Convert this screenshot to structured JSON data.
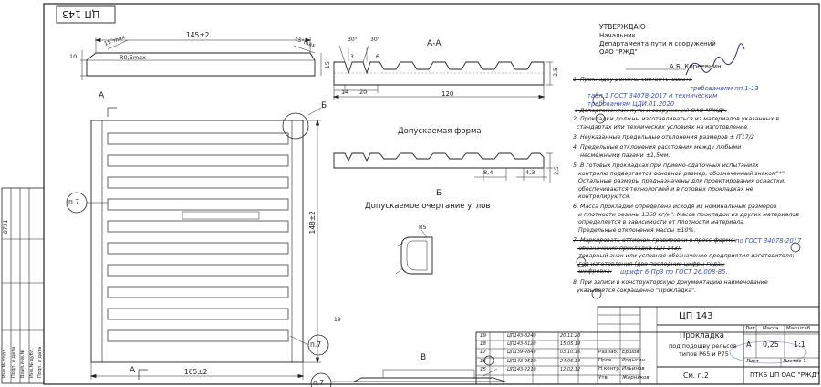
{
  "sheet": {
    "top_stamp": "ЦП 143",
    "section_aa": "А-А",
    "view_a_label": "А",
    "view_b_label": "Б",
    "view_v_label": "В",
    "allowed_form_title": "Допускаемая форма",
    "allowed_corner_title": "Допускаемое очертание углов"
  },
  "dimensions": {
    "top_length": "145±2",
    "angle_max": "15°max",
    "radius": "R0,5max",
    "dim_10": "10",
    "dim_15": "15",
    "width_bottom": "165±2",
    "height_side": "148±2",
    "angle_30_left": "30°",
    "angle_30_right": "30°",
    "dim_3": "3",
    "dim_6": "6",
    "dim_14": "14",
    "dim_20": "20",
    "dim_120": "120",
    "dim_84": "8,4",
    "dim_43": "4,3",
    "dim_25": "2,5",
    "corner_r": "R5",
    "callout_p7": "п.7",
    "rev_19": "19"
  },
  "approval": {
    "approve": "УТВЕРЖДАЮ",
    "role": "Начальник",
    "dept": "Департамента пути и сооружений",
    "org": "ОАО \"РЖД\"",
    "signer": "А.Б. Киреевнин"
  },
  "notes": [
    {
      "text": "1. Прокладку должны соответствовать",
      "style": "strike"
    },
    {
      "text": "требованиям пп.1-13",
      "style": "hand"
    },
    {
      "text": "табл.1 ГОСТ 34078-2017 и техническим",
      "style": "hand"
    },
    {
      "text": "требованиям ЦДИ.01.2020",
      "style": "hand"
    },
    {
      "text": "с Департаментом пути и сооружений ОАО \"РЖД\".",
      "style": "strike"
    },
    {
      "text": "2. Прокладки должны изготавливаться из материалов указанных в",
      "style": ""
    },
    {
      "text": "стандартах или технических условиях на изготовление.",
      "style": ""
    },
    {
      "text": "3. Неуказанные предельные отклонения размеров ± IT17/2",
      "style": ""
    },
    {
      "text": "4. Предельные отклонения расстояния между любыми",
      "style": ""
    },
    {
      "text": "несмежными пазами ±1,5мм.",
      "style": ""
    },
    {
      "text": "5. В готовых прокладках при приемо-сдаточных испытаниях",
      "style": ""
    },
    {
      "text": "контролю подвергается основной размер, обозначенный знаком\"*\".",
      "style": ""
    },
    {
      "text": "Остальные размеры предназначены для проектирования оснастки,",
      "style": ""
    },
    {
      "text": "обеспечиваются технологией и в готовых прокладках не",
      "style": ""
    },
    {
      "text": "контролируются.",
      "style": ""
    },
    {
      "text": "6. Масса прокладки определена исходя из номинальных размеров",
      "style": ""
    },
    {
      "text": "и плотности резины 1350 кг/м³. Масса прокладок из других материалов",
      "style": ""
    },
    {
      "text": "определяется в зависимости от плотности материала.",
      "style": ""
    },
    {
      "text": "Предельные отклонения массы ±10%.",
      "style": ""
    },
    {
      "text": "7. Маркировать оттиском гравировки в пресс-форме:",
      "style": "strike"
    },
    {
      "text": "по ГОСТ 34078-2017",
      "style": "hand"
    },
    {
      "text": "-обозначение прокладки (ЦП 143);",
      "style": "strike"
    },
    {
      "text": "-товарный знак или условное обозначение предприятия-изготовителя;",
      "style": "strike"
    },
    {
      "text": "-год изготовления (две последние цифры года);",
      "style": "strike"
    },
    {
      "text": "-шифровка:",
      "style": "strike"
    },
    {
      "text": "шрифт 6-ПрЗ по ГОСТ 26.008-85.",
      "style": "hand"
    },
    {
      "text": "8. При записи в конструкторскую документацию наименование",
      "style": ""
    },
    {
      "text": "указывается сокращенно \"Прокладка\".",
      "style": ""
    }
  ],
  "title_block": {
    "designation": "ЦП 143",
    "name_line1": "Прокладка",
    "name_line2": "под подошву рельсов",
    "name_line3": "типов Р65 и Р75",
    "material": "См. п.2",
    "lit_header": "Лит.",
    "mass_header": "Масса",
    "scale_header": "Масштаб",
    "lit_value": "А",
    "mass_value": "0,25",
    "scale_value": "1:1",
    "sheet_label": "Лист",
    "sheets_label": "Листов 1",
    "org": "ПТКБ ЦП ОАО \"РЖД\"",
    "roles": [
      "Разраб.",
      "Пров.",
      "Н.контр.",
      "Утв."
    ],
    "people": [
      "Ершов",
      "Родыгин",
      "Ильинов",
      "Жерняков"
    ],
    "rev_rows": [
      {
        "zone": "19",
        "num": "ЦП143-3240",
        "date": "20.11.20"
      },
      {
        "zone": "18",
        "num": "ЦП143-3120",
        "date": "15.05.19"
      },
      {
        "zone": "17",
        "num": "ЦП139-2849",
        "date": "03.10.16"
      },
      {
        "zone": "16",
        "num": "ЦП143-2510",
        "date": "24.06.14"
      },
      {
        "zone": "15",
        "num": "ЦП143-2210",
        "date": "12.02.12"
      }
    ]
  },
  "left_strip": {
    "labels": [
      "Инв.№ подл.",
      "Подп. и дата",
      "Взам.инв.№",
      "Инв.№ дубл.",
      "Подп. и дата"
    ],
    "value": "8731"
  }
}
